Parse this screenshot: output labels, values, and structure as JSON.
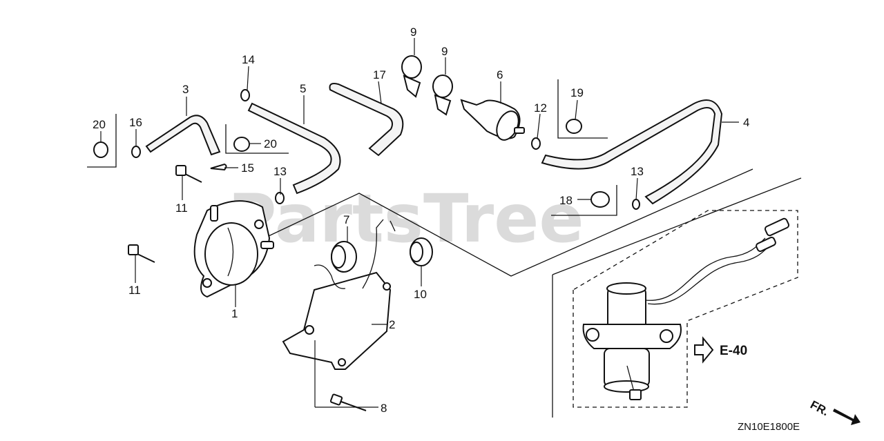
{
  "watermark": "PartsTree",
  "diagram_code": "ZN10E1800E",
  "reference": {
    "label": "E-40"
  },
  "direction_marker": {
    "label": "FR."
  },
  "callouts": [
    {
      "id": "c1",
      "text": "1"
    },
    {
      "id": "c2",
      "text": "2"
    },
    {
      "id": "c3",
      "text": "3"
    },
    {
      "id": "c4",
      "text": "4"
    },
    {
      "id": "c5",
      "text": "5"
    },
    {
      "id": "c6",
      "text": "6"
    },
    {
      "id": "c7",
      "text": "7"
    },
    {
      "id": "c8",
      "text": "8"
    },
    {
      "id": "c9a",
      "text": "9"
    },
    {
      "id": "c9b",
      "text": "9"
    },
    {
      "id": "c10",
      "text": "10"
    },
    {
      "id": "c11a",
      "text": "11"
    },
    {
      "id": "c11b",
      "text": "11"
    },
    {
      "id": "c12",
      "text": "12"
    },
    {
      "id": "c13a",
      "text": "13"
    },
    {
      "id": "c13b",
      "text": "13"
    },
    {
      "id": "c14",
      "text": "14"
    },
    {
      "id": "c15",
      "text": "15"
    },
    {
      "id": "c16",
      "text": "16"
    },
    {
      "id": "c17",
      "text": "17"
    },
    {
      "id": "c18",
      "text": "18"
    },
    {
      "id": "c19",
      "text": "19"
    },
    {
      "id": "c20a",
      "text": "20"
    },
    {
      "id": "c20b",
      "text": "20"
    }
  ]
}
